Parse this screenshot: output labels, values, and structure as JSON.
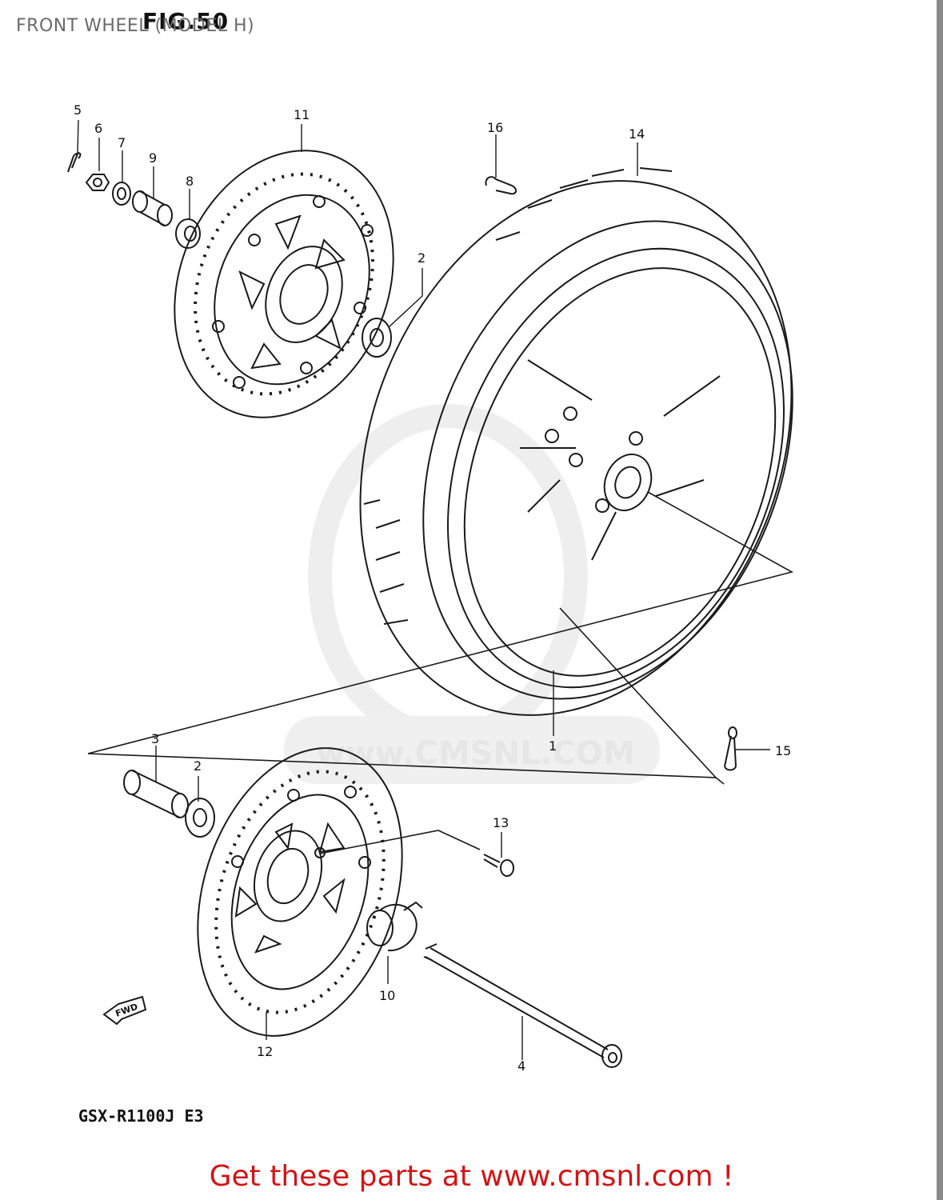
{
  "page": {
    "title": "FRONT WHEEL (MODEL H)",
    "figure_label": "FIG.50",
    "model_code": "GSX-R1100J  E3",
    "footer_link": "Get these parts at www.cmsnl.com !",
    "watermark_text": "www.CMSNL.COM",
    "fwd_label": "FWD"
  },
  "parts": [
    {
      "ref": "1"
    },
    {
      "ref": "2"
    },
    {
      "ref": "2"
    },
    {
      "ref": "3"
    },
    {
      "ref": "4"
    },
    {
      "ref": "5"
    },
    {
      "ref": "6"
    },
    {
      "ref": "7"
    },
    {
      "ref": "8"
    },
    {
      "ref": "9"
    },
    {
      "ref": "10"
    },
    {
      "ref": "11"
    },
    {
      "ref": "12"
    },
    {
      "ref": "13"
    },
    {
      "ref": "14"
    },
    {
      "ref": "15"
    },
    {
      "ref": "16"
    }
  ],
  "colors": {
    "line": "#1a1a1a",
    "footer": "#d21414",
    "title": "#6a6a6a",
    "watermark": "#e6e6e6"
  }
}
